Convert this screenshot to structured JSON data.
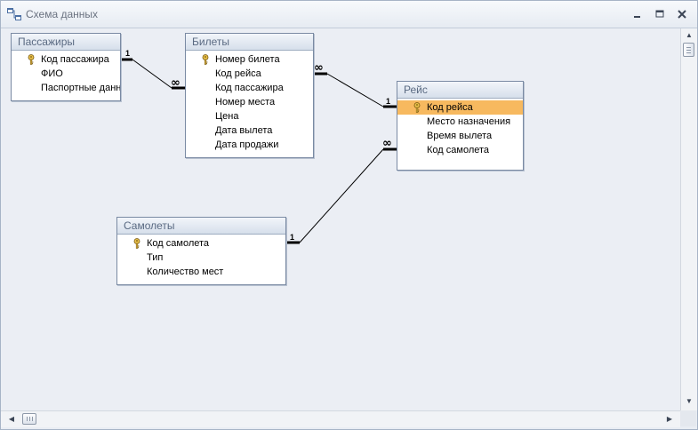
{
  "window": {
    "title": "Схема данных",
    "icon": "relationships-icon"
  },
  "tables": {
    "passengers": {
      "title": "Пассажиры",
      "fields": [
        {
          "label": "Код пассажира",
          "key": true,
          "selected": false
        },
        {
          "label": "ФИО",
          "key": false,
          "selected": false
        },
        {
          "label": "Паспортные данные",
          "key": false,
          "selected": false
        }
      ]
    },
    "tickets": {
      "title": "Билеты",
      "fields": [
        {
          "label": "Номер билета",
          "key": true,
          "selected": false
        },
        {
          "label": "Код рейса",
          "key": false,
          "selected": false
        },
        {
          "label": "Код пассажира",
          "key": false,
          "selected": false
        },
        {
          "label": "Номер места",
          "key": false,
          "selected": false
        },
        {
          "label": "Цена",
          "key": false,
          "selected": false
        },
        {
          "label": "Дата вылета",
          "key": false,
          "selected": false
        },
        {
          "label": "Дата продажи",
          "key": false,
          "selected": false
        }
      ]
    },
    "flight": {
      "title": "Рейс",
      "fields": [
        {
          "label": "Код рейса",
          "key": true,
          "selected": true
        },
        {
          "label": "Место назначения",
          "key": false,
          "selected": false
        },
        {
          "label": "Время вылета",
          "key": false,
          "selected": false
        },
        {
          "label": "Код самолета",
          "key": false,
          "selected": false
        }
      ]
    },
    "planes": {
      "title": "Самолеты",
      "fields": [
        {
          "label": "Код самолета",
          "key": true,
          "selected": false
        },
        {
          "label": "Тип",
          "key": false,
          "selected": false
        },
        {
          "label": "Количество мест",
          "key": false,
          "selected": false
        }
      ]
    }
  },
  "relationships": {
    "one_label": "1",
    "many_label": "∞",
    "links": [
      {
        "from": "Пассажиры.Код пассажира",
        "to": "Билеты.Код пассажира",
        "from_end": "1",
        "to_end": "∞"
      },
      {
        "from": "Рейс.Код рейса",
        "to": "Билеты.Код рейса",
        "from_end": "1",
        "to_end": "∞"
      },
      {
        "from": "Самолеты.Код самолета",
        "to": "Рейс.Код самолета",
        "from_end": "1",
        "to_end": "∞"
      }
    ]
  },
  "colors": {
    "selected_field": "#f7b95f",
    "header_text": "#5a6a82"
  }
}
